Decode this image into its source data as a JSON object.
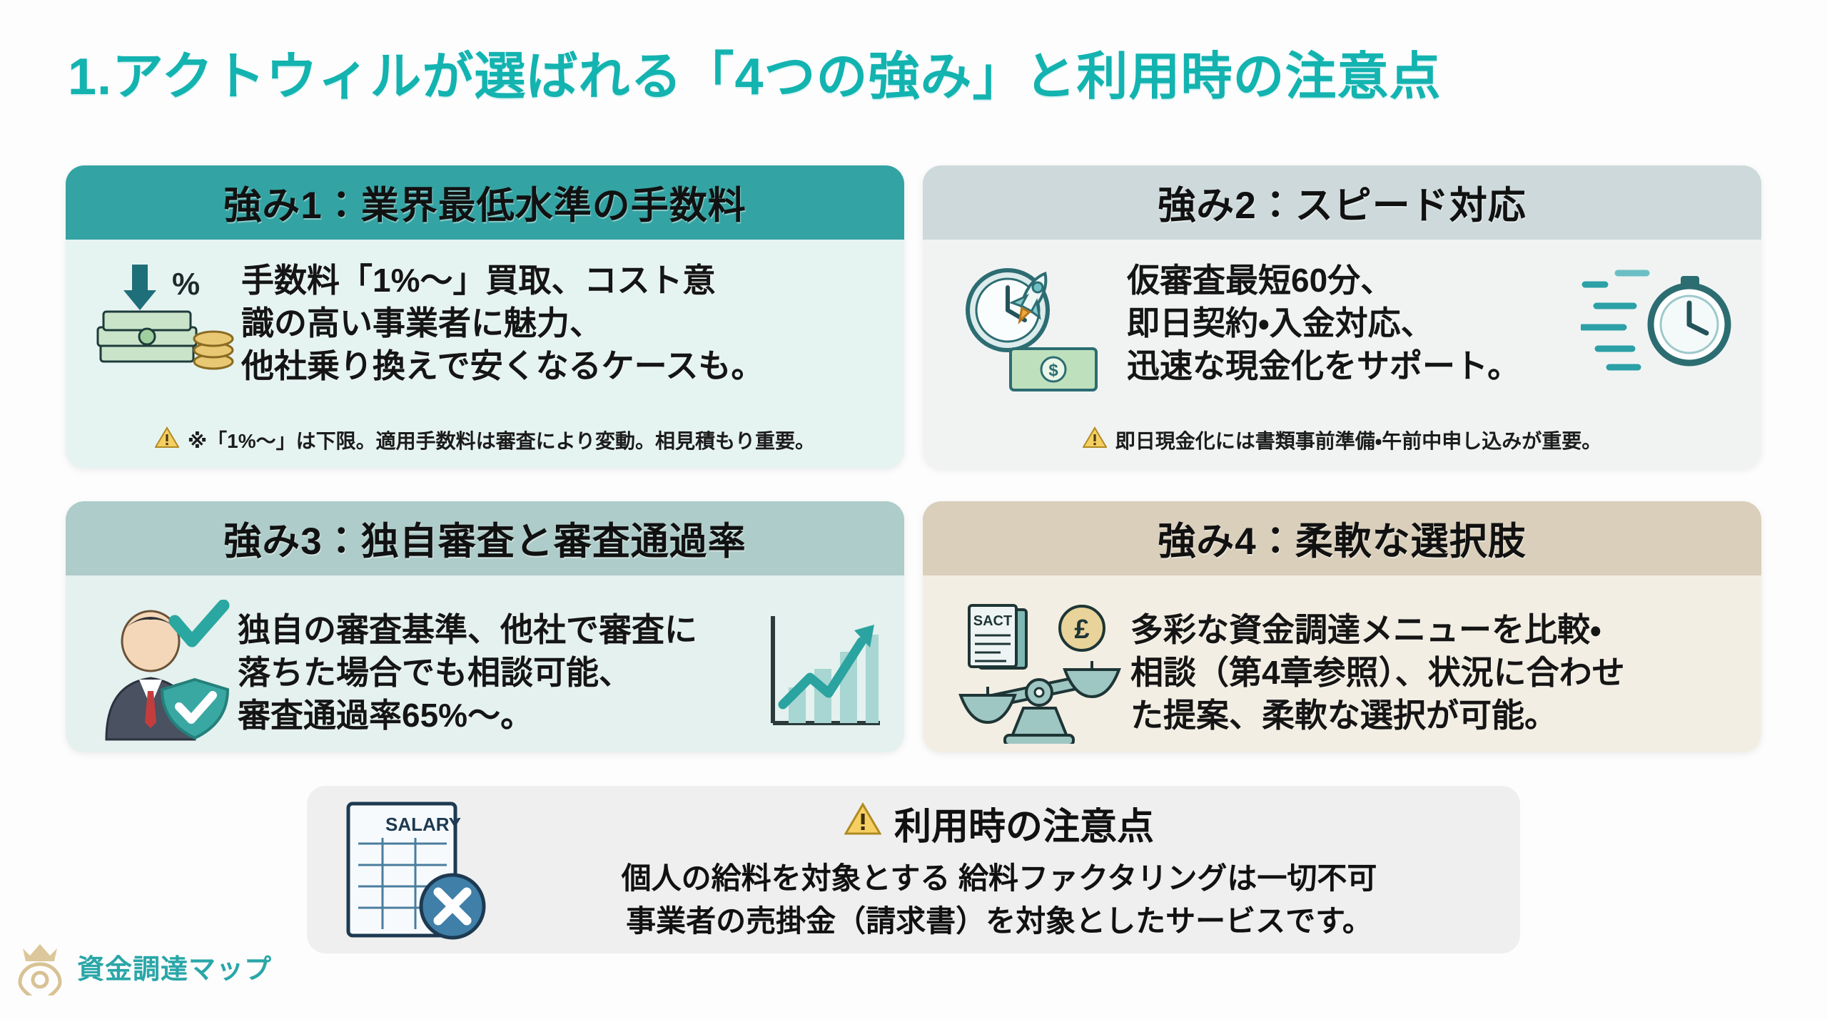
{
  "slide": {
    "title": "1.アクトウィルが選ばれる「4つの強み」と利用時の注意点",
    "accent_color": "#13b3b0",
    "background": "#fdfdfd"
  },
  "cards": [
    {
      "id": "card1",
      "heading": "強み1：業界最低水準の手数料",
      "header_color": "#34a3a3",
      "body_color": "#e6f4f1",
      "icon": "money-discount-icon",
      "body": "手数料「1%〜」買取、コスト意\n識の高い事業者に魅力、\n他社乗り換えで安くなるケースも。",
      "note_icon": "warning-triangle-icon",
      "note": "※「1%〜」は下限。適用手数料は審査により変動。相見積もり重要。"
    },
    {
      "id": "card2",
      "heading": "強み2：スピード対応",
      "header_color": "#cdd9da",
      "body_color": "#f1f3f3",
      "icon": "clock-rocket-cash-icon",
      "icon_right": "stopwatch-speed-icon",
      "body": "仮審査最短60分、\n即日契約・入金対応、\n迅速な現金化をサポート。",
      "note_icon": "warning-triangle-icon",
      "note": "即日現金化には書類事前準備・午前中申し込みが重要。"
    },
    {
      "id": "card3",
      "heading": "強み3：独自審査と審査通過率",
      "header_color": "#aeccc9",
      "body_color": "#e4f1ee",
      "icon": "person-check-shield-icon",
      "icon_right": "growth-chart-icon",
      "body": "独自の審査基準、他社で審査に\n落ちた場合でも相談可能、\n審査通過率65%〜。",
      "note": ""
    },
    {
      "id": "card4",
      "heading": "強み4：柔軟な選択肢",
      "header_color": "#d9cfbb",
      "body_color": "#f3eee3",
      "icon": "balance-scale-icon",
      "icon_label": "SACT",
      "icon_coin": "£",
      "body": "多彩な資金調達メニューを比較・\n相談（第4章参照）、状況に合わせ\nた提案、柔軟な選択が可能。",
      "note": ""
    }
  ],
  "warning": {
    "icon": "salary-document-blocked-icon",
    "doc_label": "SALARY",
    "head_icon": "warning-triangle-icon",
    "heading": "利用時の注意点",
    "line1": "個人の給料を対象とする 給料ファクタリングは一切不可",
    "line2": "事業者の売掛金（請求書）を対象としたサービスです。",
    "background": "#efefef"
  },
  "footer": {
    "logo_icon": "crown-map-pin-icon",
    "brand": "資金調達マップ",
    "brand_color": "#2aa6a8"
  }
}
